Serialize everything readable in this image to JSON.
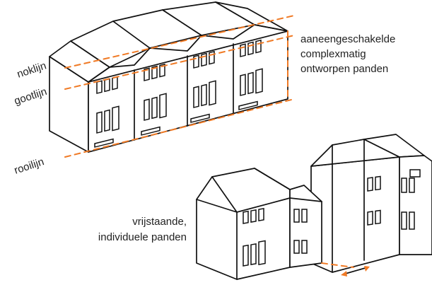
{
  "colors": {
    "accent": "#f07a25",
    "ink": "#111111",
    "background": "#ffffff"
  },
  "labels": {
    "noklijn": "noklijn",
    "gootlijn": "gootlijn",
    "rooilijn": "rooilijn",
    "row_houses": [
      "aaneengeschakelde",
      "complexmatig",
      "ontworpen panden"
    ],
    "detached": [
      "vrijstaande,",
      "individuele panden"
    ]
  }
}
